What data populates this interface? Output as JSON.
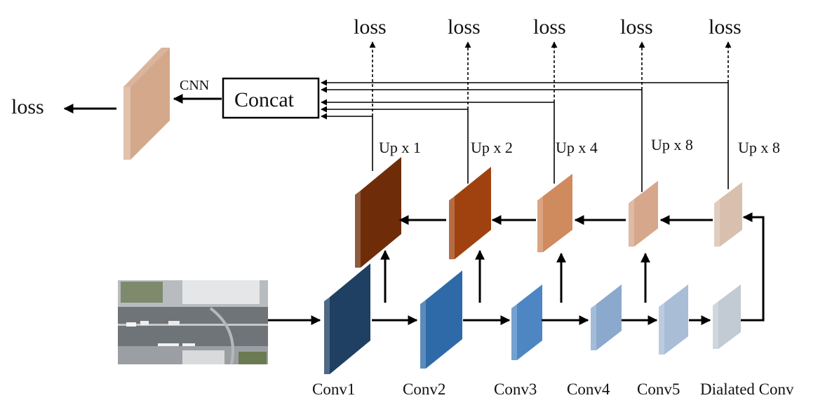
{
  "diagram": {
    "loss_label": "loss",
    "concat_label": "Concat",
    "cnn_label": "CNN",
    "encoder": [
      {
        "label": "Conv1",
        "color": "#1f3f63"
      },
      {
        "label": "Conv2",
        "color": "#2e6aa7"
      },
      {
        "label": "Conv3",
        "color": "#4d86c3"
      },
      {
        "label": "Conv4",
        "color": "#8aa9cc"
      },
      {
        "label": "Conv5",
        "color": "#a9bdd6"
      },
      {
        "label": "Dialated Conv",
        "color": "#c2cad4"
      }
    ],
    "decoder": [
      {
        "label": "Up x 1",
        "color": "#6e2d08"
      },
      {
        "label": "Up x 2",
        "color": "#a0420f"
      },
      {
        "label": "Up x 4",
        "color": "#cf8a5e"
      },
      {
        "label": "Up x 8",
        "color": "#d6a78a"
      },
      {
        "label": "Up x 8",
        "color": "#d9bfad"
      }
    ],
    "output_block_color": "#d4a88a",
    "input_image": "aerial-street-photo"
  }
}
